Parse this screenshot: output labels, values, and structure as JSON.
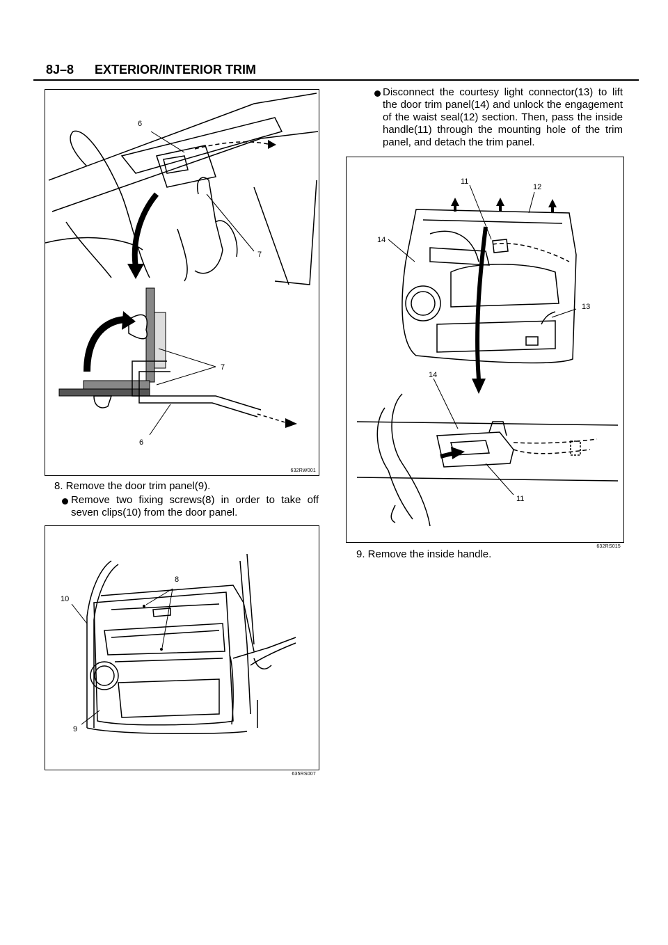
{
  "header": {
    "section_code": "8J–8",
    "section_title": "EXTERIOR/INTERIOR TRIM"
  },
  "figures": [
    {
      "code": "632RW001",
      "callouts": [
        "6",
        "7",
        "7",
        "6"
      ]
    },
    {
      "code": "635RS007",
      "callouts": [
        "8",
        "10",
        "9"
      ]
    },
    {
      "code": "632RS015",
      "callouts": [
        "11",
        "12",
        "14",
        "13",
        "14",
        "11"
      ]
    }
  ],
  "steps": {
    "step8": "8. Remove the door trim panel(9).",
    "step8_bullet": "Remove two fixing screws(8) in order to take off seven clips(10) from the door panel.",
    "step8_cont_bullet": "Disconnect the courtesy light connector(13) to lift the door trim panel(14) and unlock the engagement of the waist seal(12) section.  Then, pass the inside handle(11) through the mounting hole of the trim panel, and detach the trim panel.",
    "step9": "9. Remove the inside handle."
  }
}
